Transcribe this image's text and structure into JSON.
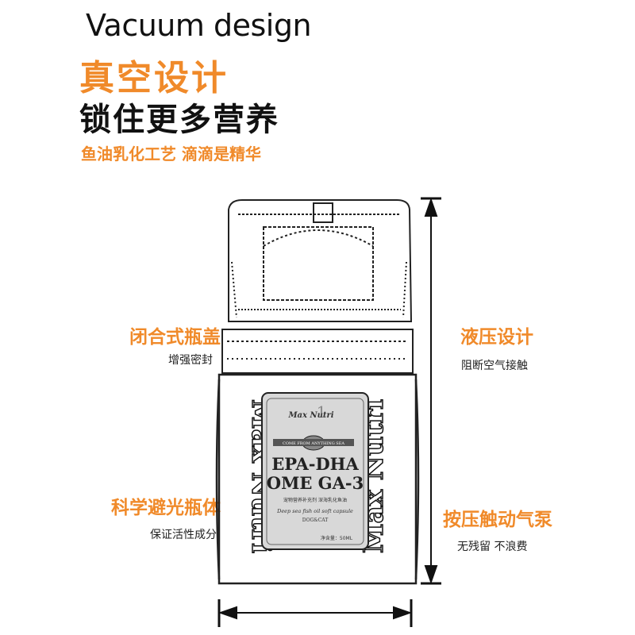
{
  "header": {
    "title_en": "Vacuum design",
    "title_cn": "真空设计",
    "subtitle_cn": "锁住更多营养",
    "tagline": "鱼油乳化工艺 滴滴是精华"
  },
  "features": {
    "cap": {
      "title": "闭合式瓶盖",
      "desc": "增强密封"
    },
    "hydraulic": {
      "title": "液压设计",
      "desc": "阻断空气接触"
    },
    "bottle": {
      "title": "科学避光瓶体",
      "desc": "保证活性成分"
    },
    "pump": {
      "title": "按压触动气泵",
      "desc": "无残留 不浪费"
    }
  },
  "label": {
    "brand": "Max Nutri",
    "brand_num": "1",
    "ribbon": "COME FROM    ANYTHING SEA",
    "line1": "EPA-DHA",
    "line2": "OME GA-3",
    "cn_desc": "宠物营养补充剂 深海乳化鱼油",
    "en_desc": "Deep sea fish oil soft capsule",
    "target": "DOG&CAT",
    "volume": "净含量：50ML"
  },
  "side_text": {
    "left": "Max Nutri",
    "right": "Max Nutri"
  },
  "colors": {
    "accent": "#f08a2a",
    "text": "#111111"
  }
}
